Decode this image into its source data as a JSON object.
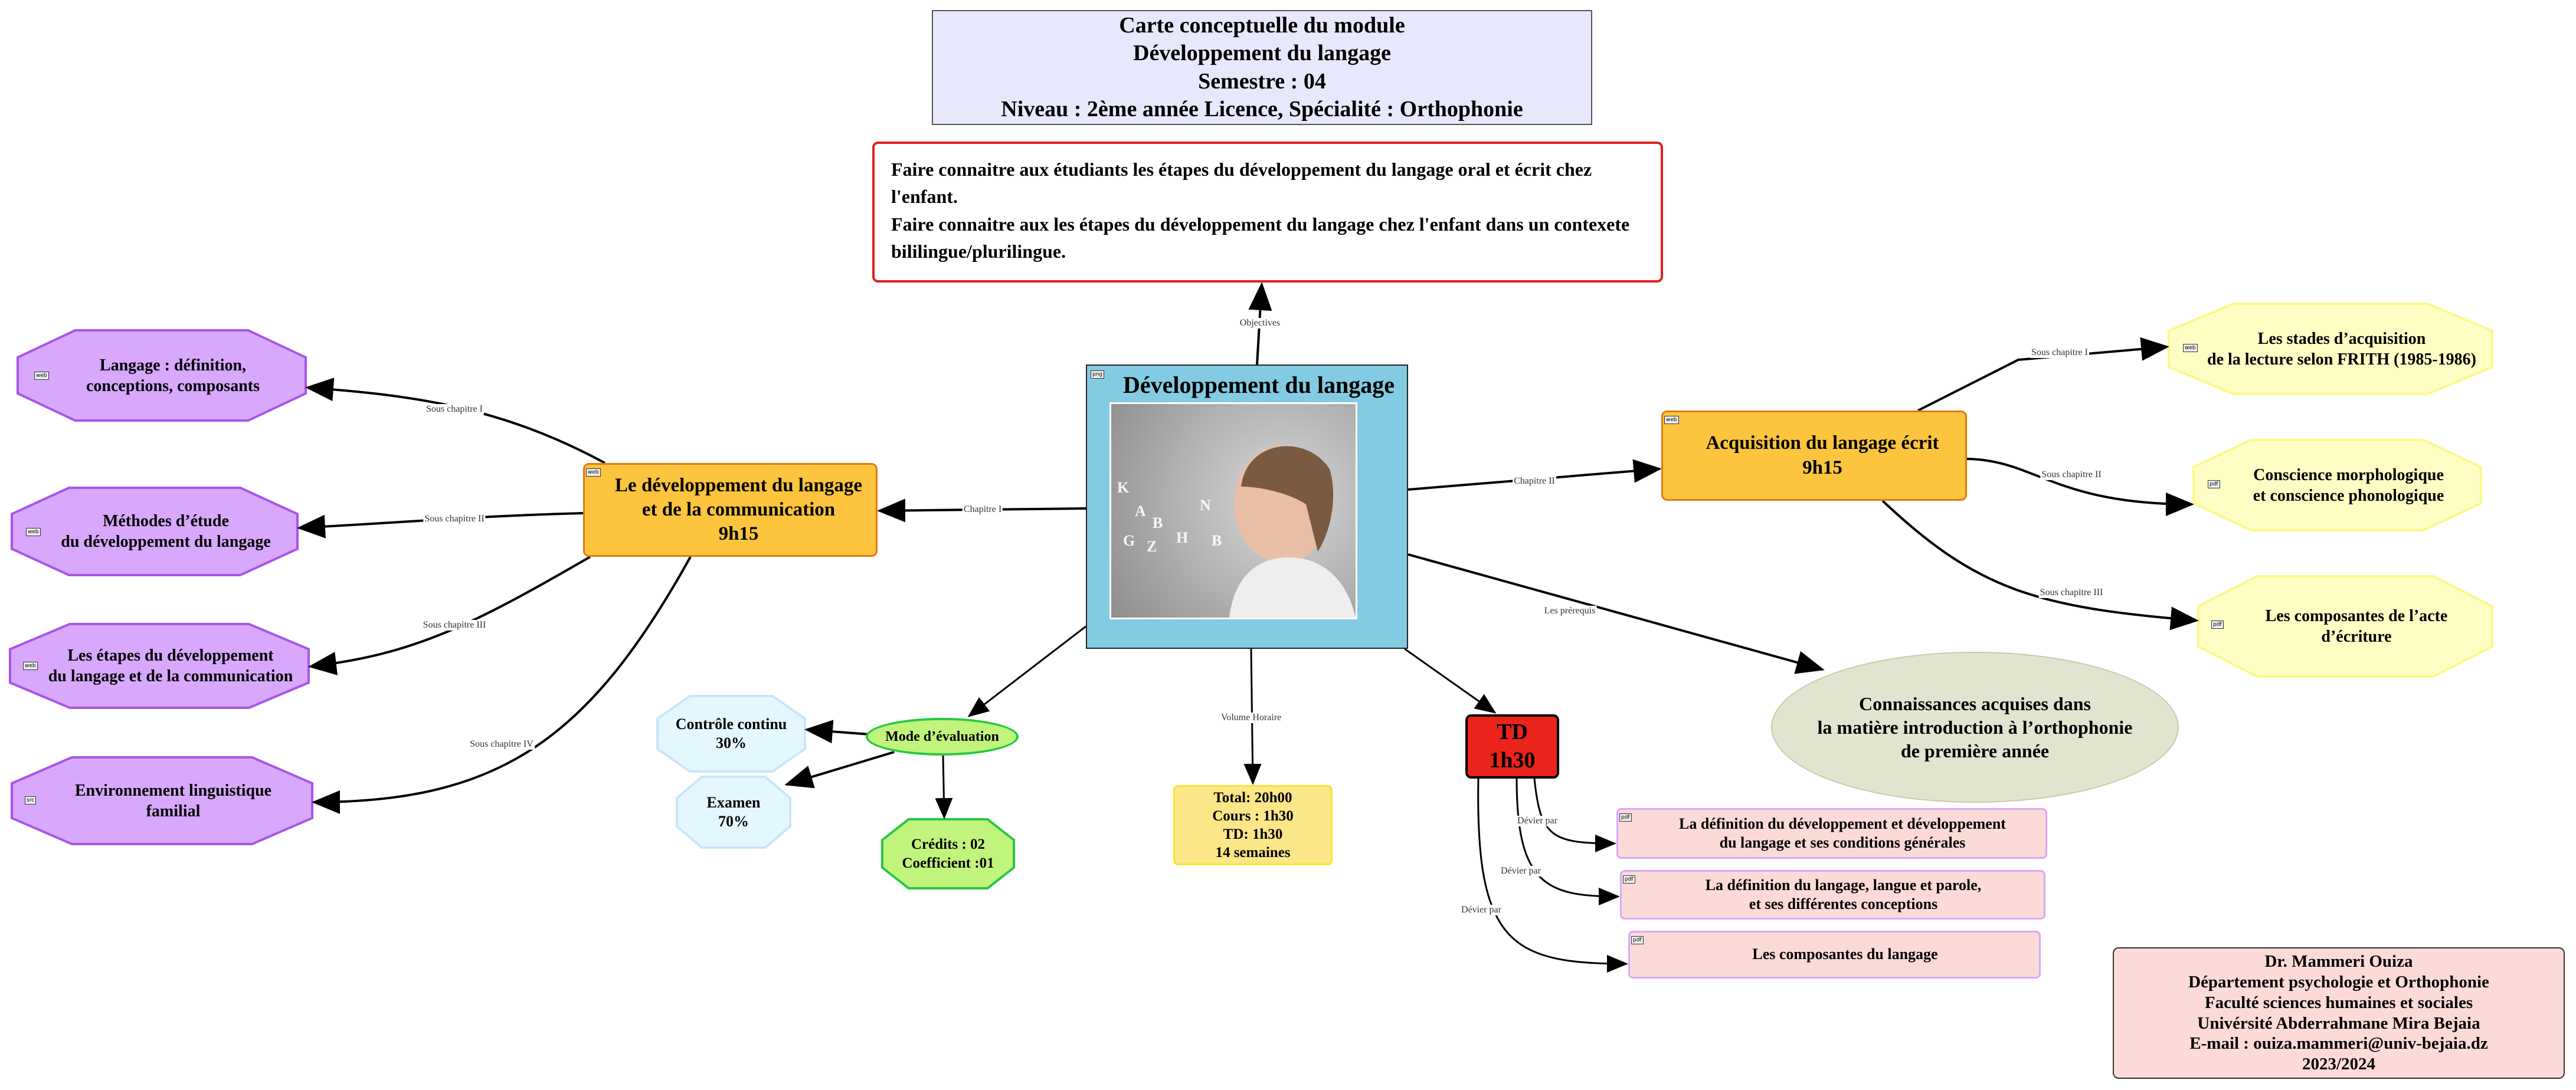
{
  "title_box": {
    "lines": [
      "Carte conceptuelle du module",
      "Développement du langage",
      "Semestre : 04",
      "Niveau : 2ème année Licence, Spécialité : Orthophonie"
    ],
    "color": "#e8e8fc"
  },
  "objectives": {
    "lines": [
      "Faire connaitre aux étudiants les étapes du développement du langage oral et écrit chez l'enfant.",
      "Faire connaitre aux les étapes du développement du langage chez l'enfant dans un contexete bililingue/plurilingue."
    ],
    "border_color": "#e02020"
  },
  "central": {
    "title": "Développement du langage",
    "tag": "png",
    "image": "child-speaking-letters-photo",
    "color": "#82cbe3"
  },
  "chapter1": {
    "lines": [
      "Le développement du langage",
      "et de la communication",
      "9h15"
    ],
    "tag": "web",
    "color": "#fdc43d"
  },
  "chapter1_subs": [
    {
      "lines": [
        "Langage : définition,",
        "conceptions, composants"
      ],
      "tag": "web"
    },
    {
      "lines": [
        "Méthodes d’étude",
        "du développement du langage"
      ],
      "tag": "web"
    },
    {
      "lines": [
        "Les étapes du développement",
        "du langage et de la communication"
      ],
      "tag": "web"
    },
    {
      "lines": [
        "Environnement linguistique familial"
      ],
      "tag": "src"
    }
  ],
  "chapter2": {
    "lines": [
      "Acquisition du langage écrit",
      "9h15"
    ],
    "tag": "web",
    "color": "#fdc43d"
  },
  "chapter2_subs": [
    {
      "lines": [
        "Les stades d’acquisition",
        "de la lecture selon FRITH (1985-1986)"
      ],
      "tag": "web"
    },
    {
      "lines": [
        "Conscience morphologique",
        "et conscience phonologique"
      ],
      "tag": "pdf"
    },
    {
      "lines": [
        "Les composantes de l’acte d’écriture"
      ],
      "tag": "pdf"
    }
  ],
  "prerequisites": {
    "lines": [
      "Connaissances acquises dans",
      "la matière introduction à l’orthophonie",
      "de première année"
    ],
    "color": "#e3e4d0"
  },
  "evaluation": {
    "label": "Mode d’évaluation",
    "controle": [
      "Contrôle continu",
      "30%"
    ],
    "examen": [
      "Examen",
      "70%"
    ],
    "credits": [
      "Crédits : 02",
      "Coefficient :01"
    ]
  },
  "volume": {
    "lines": [
      "Total: 20h00",
      "Cours :  1h30",
      "TD: 1h30",
      "14 semaines"
    ],
    "color": "#fbe688"
  },
  "td": {
    "lines": [
      "TD",
      "1h30"
    ],
    "color": "#ea231c"
  },
  "td_subs": [
    {
      "lines": [
        "La définition du développement et développement",
        "du langage et ses conditions générales"
      ],
      "tag": "pdf"
    },
    {
      "lines": [
        "La définition du langage, langue et parole,",
        "et ses différentes conceptions"
      ],
      "tag": "pdf"
    },
    {
      "lines": [
        "Les composantes du langage"
      ],
      "tag": "pdf"
    }
  ],
  "edge_labels": {
    "objectives": "Objectives",
    "chapitre1": "Chapitre I",
    "chapitre2": "Chapitre II",
    "sc1": "Sous chapitre I",
    "sc2": "Sous chapitre II",
    "sc3": "Sous chapitre III",
    "sc4": "Sous chapitre IV",
    "prerequis": "Les prérequis",
    "volume": "Volume Horaire",
    "devier": "Dévier par"
  },
  "author": {
    "lines": [
      "Dr. Mammeri Ouiza",
      "Département psychologie et Orthophonie",
      "Faculté sciences humaines et sociales",
      "Univérsité Abderrahmane Mira Bejaia",
      "E-mail  : ouiza.mammeri@univ-bejaia.dz",
      "2023/2024"
    ],
    "color": "#fcdad8"
  },
  "colors": {
    "purple": "#d8a8fc",
    "purple_border": "#a855e8",
    "yellow": "#fefec4",
    "yellow_border": "#fbf98a",
    "pink": "#fcdad8",
    "pink_border": "#d8a8fc",
    "light_blue": "#e4f6fe",
    "green": "#c1f47c",
    "green_border": "#28c840"
  }
}
